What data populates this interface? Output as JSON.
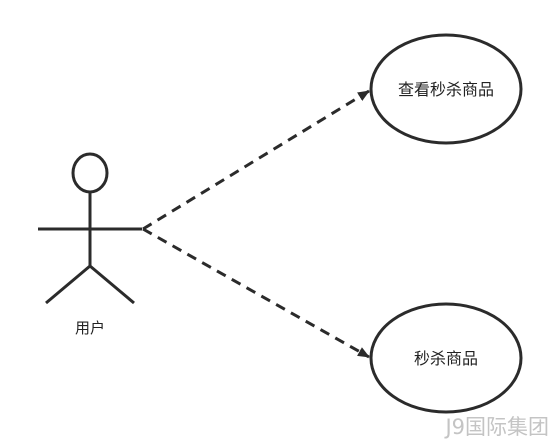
{
  "actor": {
    "label": "用户"
  },
  "use_cases": [
    {
      "label": "查看秒杀商品"
    },
    {
      "label": "秒杀商品"
    }
  ],
  "watermark": {
    "text": "J9国际集团"
  },
  "colors": {
    "stroke": "#2b2b2b",
    "background": "#ffffff",
    "text": "#222222",
    "watermark": "#c4c4c4"
  }
}
